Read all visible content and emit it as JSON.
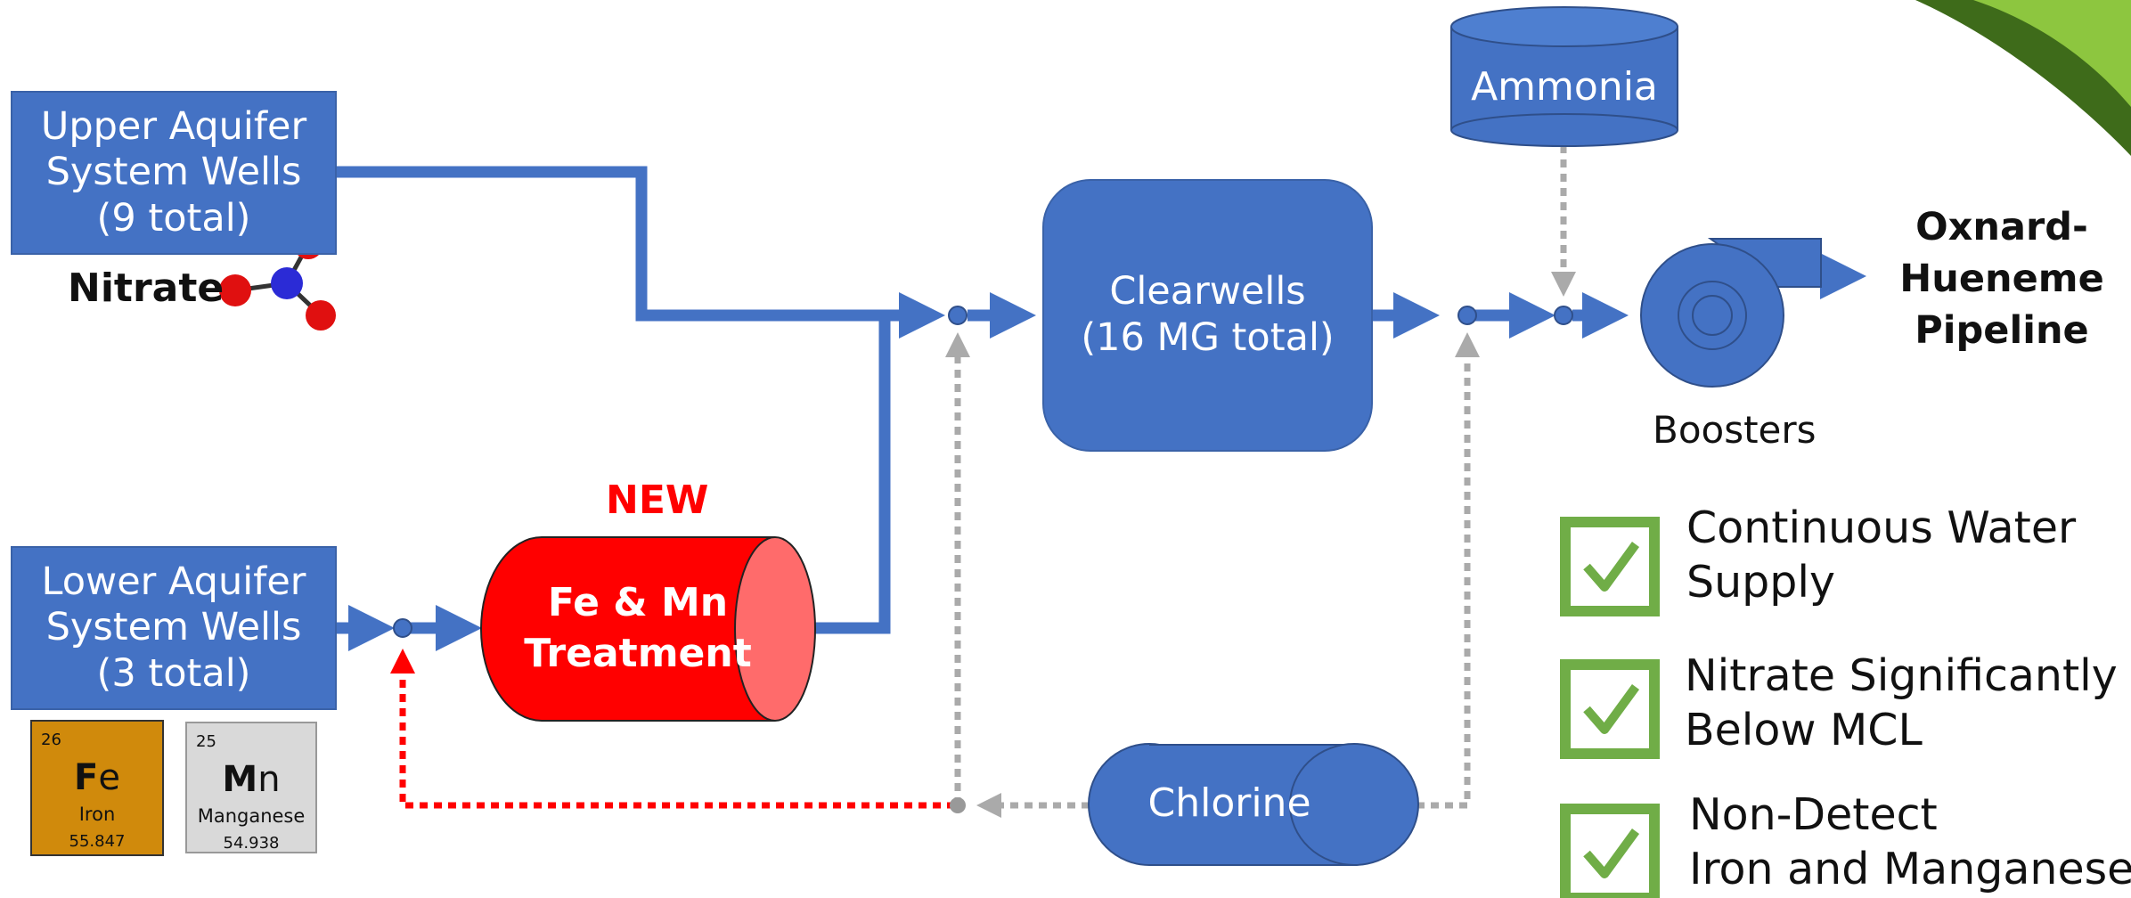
{
  "upper_wells": {
    "line1": "Upper Aquifer",
    "line2": "System Wells",
    "line3": "(9 total)"
  },
  "nitrate_label": "Nitrate",
  "lower_wells": {
    "line1": "Lower Aquifer",
    "line2": "System Wells",
    "line3": "(3 total)"
  },
  "new_label": "NEW",
  "treatment": {
    "line1": "Fe & Mn",
    "line2": "Treatment"
  },
  "clearwells": {
    "line1": "Clearwells",
    "line2": "(16 MG total)"
  },
  "ammonia_label": "Ammonia",
  "chlorine_label": "Chlorine",
  "boosters_label": "Boosters",
  "destination": {
    "line1": "Oxnard-",
    "line2": "Hueneme",
    "line3": "Pipeline"
  },
  "iron_card": {
    "number": "26",
    "symbol_bold": "F",
    "symbol_rest": "e",
    "name": "Iron",
    "weight": "55.847"
  },
  "manganese_card": {
    "number": "25",
    "symbol_bold": "M",
    "symbol_rest": "n",
    "name": "Manganese",
    "weight": "54.938"
  },
  "checklist": [
    {
      "line1": "Continuous Water",
      "line2": "Supply"
    },
    {
      "line1": "Nitrate Significantly",
      "line2": "Below MCL"
    },
    {
      "line1": "Non-Detect",
      "line2": "Iron and Manganese"
    }
  ],
  "colors": {
    "process_blue": "#4472c4",
    "new_red": "#ff0000",
    "treatment_end": "#ff6b6b",
    "dotted_gray": "#aaaaaa",
    "check_green": "#70ad47",
    "iron_orange": "#d08a0c",
    "manganese_gray": "#d9d9d9",
    "corner_green_dark": "#3e6b1a",
    "corner_green_light": "#8dc63f"
  }
}
